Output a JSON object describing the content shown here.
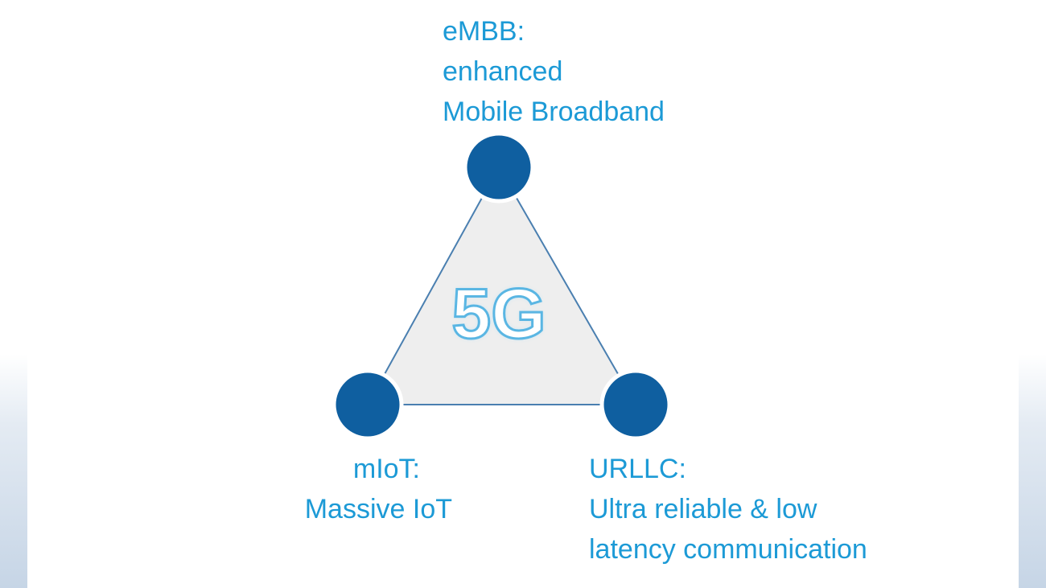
{
  "diagram": {
    "center_label": "5G",
    "nodes": [
      {
        "id": "embb",
        "lines": [
          "eMBB:",
          "enhanced",
          "Mobile Broadband"
        ]
      },
      {
        "id": "miot",
        "lines": [
          "mIoT:",
          "Massive IoT"
        ]
      },
      {
        "id": "urllc",
        "lines": [
          "URLLC:",
          "Ultra reliable & low",
          "latency communication"
        ]
      }
    ],
    "colors": {
      "label_text": "#1c9ad6",
      "node_fill": "#0f5fa0",
      "edge": "#4a7fb0",
      "triangle_fill": "#eeeeee",
      "center_outline": "#5ab6e3"
    }
  }
}
